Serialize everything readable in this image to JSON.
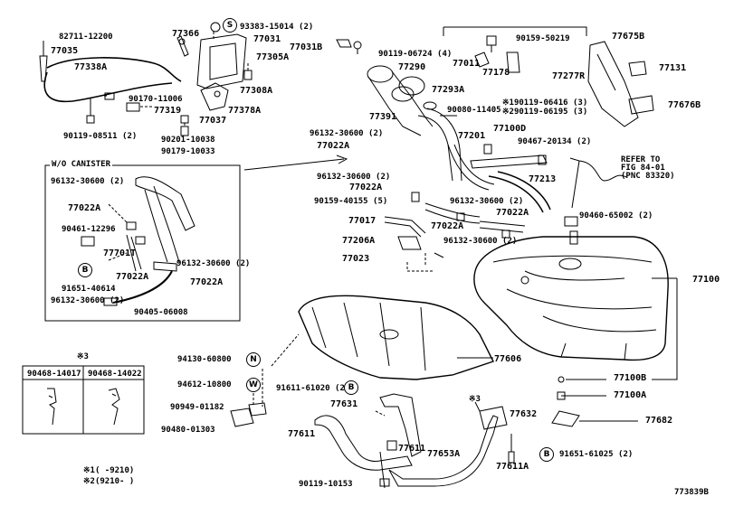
{
  "labels": {
    "p82711": "82711-12200",
    "p77035": "77035",
    "p77338A": "77338A",
    "p90170": "90170-11006",
    "p77319": "77319",
    "p90119_08511": "90119-08511 (2)",
    "p77366": "77366",
    "p93383": "93383-15014 (2)",
    "p77031": "77031",
    "p77031B": "77031B",
    "p77305A": "77305A",
    "p77308A": "77308A",
    "p77378A": "77378A",
    "p77037": "77037",
    "p90201": "90201-10038",
    "p90179": "90179-10033",
    "p90119_06724": "90119-06724 (4)",
    "p90159_50219": "90159-50219",
    "p77011": "77011",
    "p77178": "77178",
    "p77675B": "77675B",
    "p77131": "77131",
    "p77277R": "77277R",
    "p77290": "77290",
    "p77293A": "77293A",
    "p77391": "77391",
    "p90080": "90080-11405",
    "p90119_06416": "※190119-06416 (3)",
    "p90119_06195": "※290119-06195 (3)",
    "p77676B": "77676B",
    "p96132_a": "96132-30600 (2)",
    "p77022A_a": "77022A",
    "p77201": "77201",
    "p77100D": "77100D",
    "p90467": "90467-20134 (2)",
    "refer1": "REFER TO",
    "refer2": "FIG 84-01",
    "refer3": "(PNC 83320)",
    "p96132_b": "96132-30600 (2)",
    "p77022A_b": "77022A",
    "p77213": "77213",
    "p90159_40155": "90159-40155 (5)",
    "p96132_c": "96132-30600 (2)",
    "p77017": "77017",
    "p77022A_c": "77022A",
    "p77022A_d": "77022A",
    "p90460": "90460-65002 (2)",
    "p77206A": "77206A",
    "p96132_d": "96132-30600 (2)",
    "p77023": "77023",
    "p77100": "77100",
    "wo_canister": "W/O CANISTER",
    "p96132_e": "96132-30600 (2)",
    "p77022A_e": "77022A",
    "p90461": "90461-12296",
    "p77701T": "77701T",
    "p96132_f": "96132-30600 (2)",
    "p77022A_f": "77022A",
    "p77022A_g": "77022A",
    "p91651_40614": "91651-40614",
    "p96132_g": "96132-30600 (2)",
    "p90405": "90405-06008",
    "p77606": "77606",
    "p94130": "94130-60800",
    "p94612": "94612-10800",
    "p90949": "90949-01182",
    "p90480": "90480-01303",
    "p91611": "91611-61020 (2)",
    "p77631": "77631",
    "p77611": "77611",
    "p77611_b": "77611",
    "p77653A": "77653A",
    "p90119_10153": "90119-10153",
    "star3": "※3",
    "p77632": "77632",
    "p77611A": "77611A",
    "p91651_61025": "91651-61025 (2)",
    "p77100B": "77100B",
    "p77100A": "77100A",
    "p77682": "77682",
    "inset_star3": "※3",
    "inset_a": "90468-14017",
    "inset_b": "90468-14022",
    "note1": "※1(      -9210)",
    "note2": "※2(9210-      )",
    "code": "773839B"
  },
  "badges": {
    "s": "S",
    "b1": "B",
    "b2": "B",
    "b3": "B",
    "n": "N",
    "w": "W"
  }
}
